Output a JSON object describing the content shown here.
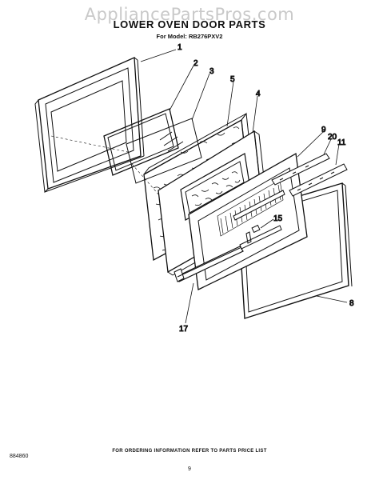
{
  "watermark": "AppliancePartsPros.com",
  "title": "LOWER OVEN DOOR PARTS",
  "model": "For Model: RB276PXV2",
  "footer": {
    "ordering_info": "FOR ORDERING INFORMATION REFER TO PARTS PRICE LIST",
    "doc_number": "884860",
    "page_number": "9"
  },
  "callouts": {
    "c1": "1",
    "c2": "2",
    "c3": "3",
    "c4": "4",
    "c5": "5",
    "c8": "8",
    "c9": "9",
    "c11": "11",
    "c15": "15",
    "c17": "17",
    "c20": "20"
  }
}
